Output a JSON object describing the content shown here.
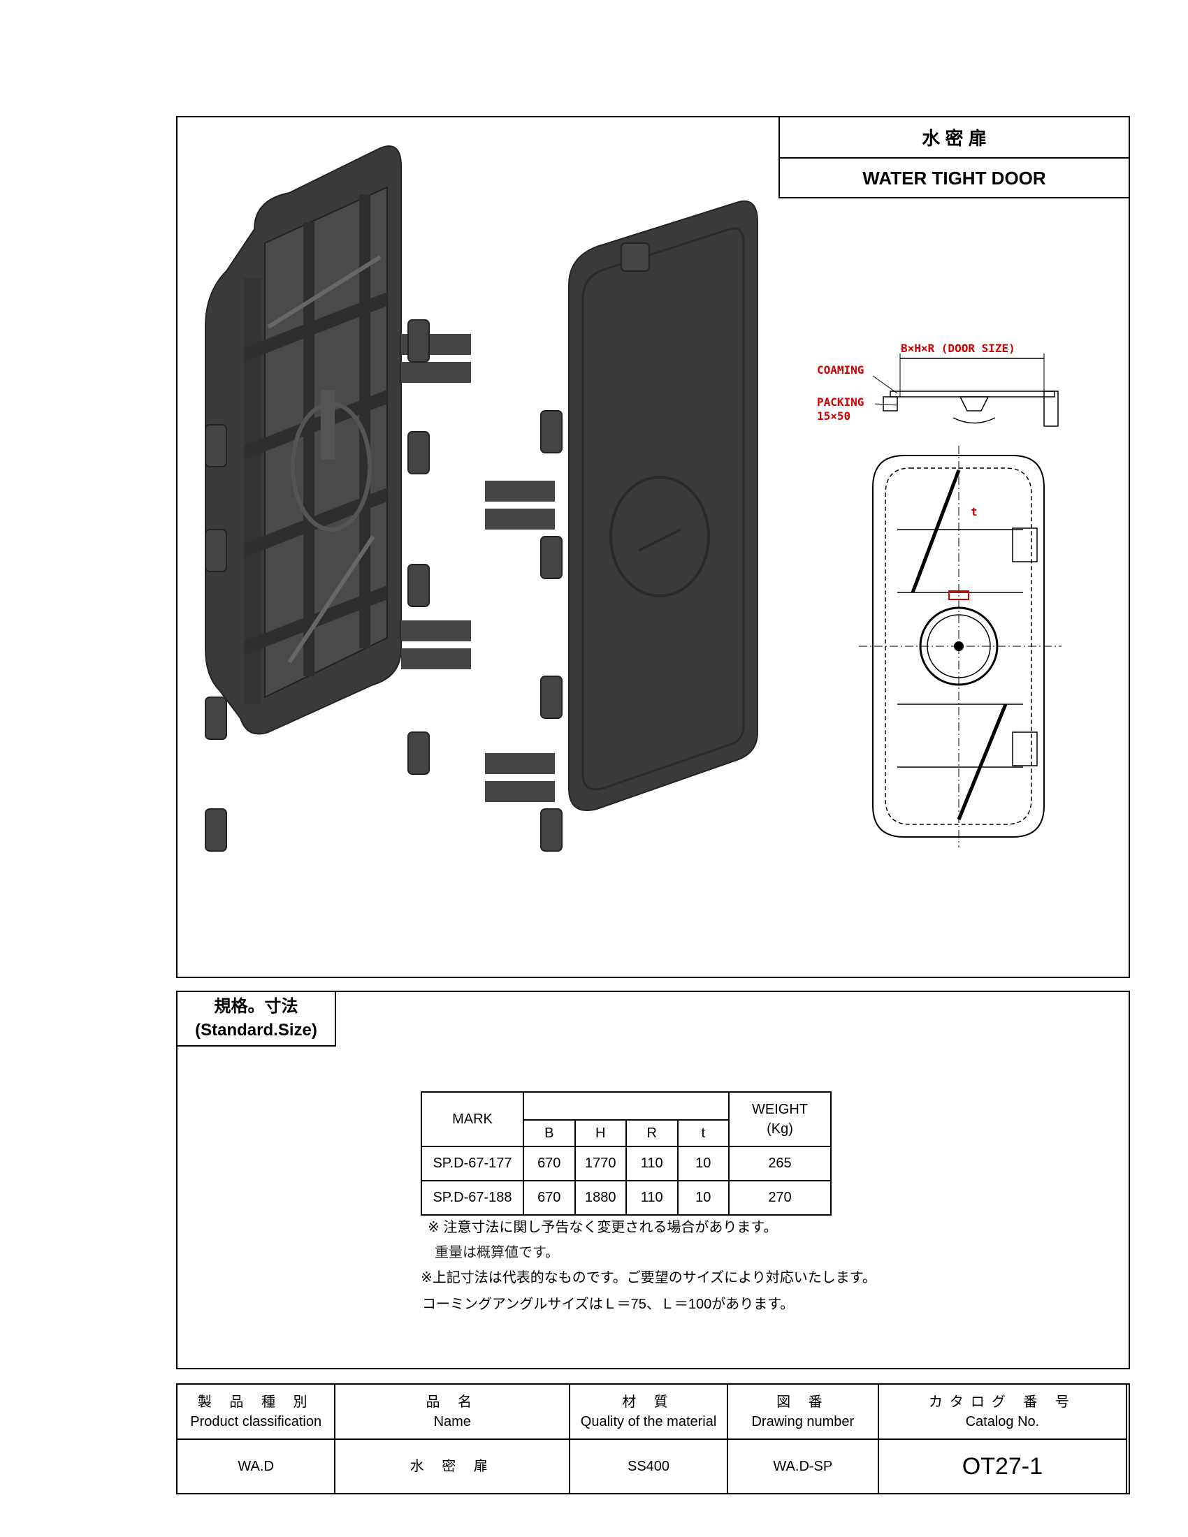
{
  "title": {
    "jp": "水 密 扉",
    "en": "WATER TIGHT DOOR"
  },
  "drawing_labels": {
    "size": "B×H×R (DOOR SIZE)",
    "coaming": "COAMING",
    "packing": "PACKING",
    "packing_size": "15×50",
    "t_mark": "t"
  },
  "standard": {
    "jp": "規格。寸法",
    "en": "(Standard.Size)"
  },
  "spec_table": {
    "headers": {
      "mark": "MARK",
      "b": "B",
      "h": "H",
      "r": "R",
      "t": "t",
      "weight": "WEIGHT",
      "weight_unit": "(Kg)"
    },
    "rows": [
      {
        "mark": "SP.D-67-177",
        "b": "670",
        "h": "1770",
        "r": "110",
        "t": "10",
        "weight": "265"
      },
      {
        "mark": "SP.D-67-188",
        "b": "670",
        "h": "1880",
        "r": "110",
        "t": "10",
        "weight": "270"
      }
    ]
  },
  "notes": [
    "※ 注意寸法に関し予告なく変更される場合があります。",
    "重量は概算値です。",
    "※上記寸法は代表的なものです。ご要望のサイズにより対応いたします。",
    "コーミングアングルサイズはＬ＝75、Ｌ＝100があります。"
  ],
  "footer": {
    "product_classification": {
      "jp": "製 品 種 別",
      "en": "Product classification",
      "value": "WA.D"
    },
    "name": {
      "jp": "品 名",
      "en": "Name",
      "value": "水 密 扉"
    },
    "material": {
      "jp": "材 質",
      "en": "Quality of the material",
      "value": "SS400"
    },
    "drawing_number": {
      "jp": "図 番",
      "en": "Drawing number",
      "value": "WA.D-SP"
    },
    "catalog_no": {
      "jp": "カタログ 番 号",
      "en": "Catalog No.",
      "value": "OT27-1"
    }
  },
  "colors": {
    "door_dark": "#3a3a3a",
    "door_mid": "#555555",
    "annotation_red": "#d40000"
  }
}
